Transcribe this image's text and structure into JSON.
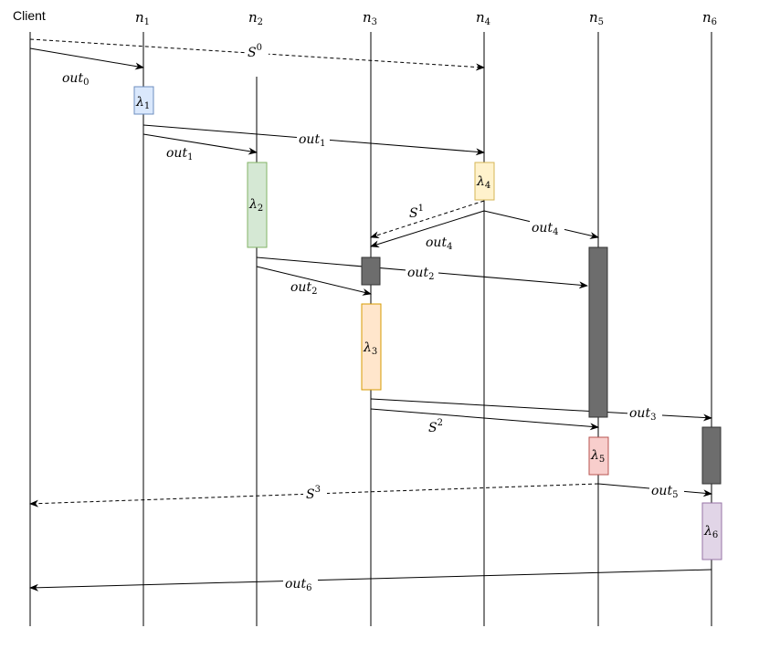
{
  "lifelines": [
    {
      "id": "client",
      "label": "Client"
    },
    {
      "id": "n1",
      "label": "n",
      "sub": "1"
    },
    {
      "id": "n2",
      "label": "n",
      "sub": "2"
    },
    {
      "id": "n3",
      "label": "n",
      "sub": "3"
    },
    {
      "id": "n4",
      "label": "n",
      "sub": "4"
    },
    {
      "id": "n5",
      "label": "n",
      "sub": "5"
    },
    {
      "id": "n6",
      "label": "n",
      "sub": "6"
    }
  ],
  "boxes": [
    {
      "id": "lambda1",
      "label": "λ",
      "sub": "1",
      "fill": "#dae8fc",
      "stroke": "#6c8ebf"
    },
    {
      "id": "lambda2",
      "label": "λ",
      "sub": "2",
      "fill": "#d5e8d4",
      "stroke": "#82b366"
    },
    {
      "id": "lambda4",
      "label": "λ",
      "sub": "4",
      "fill": "#fff2cc",
      "stroke": "#d6b656"
    },
    {
      "id": "lambda3",
      "label": "λ",
      "sub": "3",
      "fill": "#ffe6cc",
      "stroke": "#d79b00"
    },
    {
      "id": "lambda5",
      "label": "λ",
      "sub": "5",
      "fill": "#f8cecc",
      "stroke": "#b85450"
    },
    {
      "id": "lambda6",
      "label": "λ",
      "sub": "6",
      "fill": "#e1d5e7",
      "stroke": "#9673a6"
    },
    {
      "id": "block-n3",
      "label": "",
      "fill": "#6d6d6d",
      "stroke": "#333333"
    },
    {
      "id": "block-n5",
      "label": "",
      "fill": "#6d6d6d",
      "stroke": "#333333"
    },
    {
      "id": "block-n6",
      "label": "",
      "fill": "#6d6d6d",
      "stroke": "#333333"
    }
  ],
  "messages": [
    {
      "id": "S0",
      "label": "S",
      "sup": "0",
      "dashed": true
    },
    {
      "id": "out0",
      "label": "out",
      "sub": "0",
      "dashed": false
    },
    {
      "id": "out1-n4",
      "label": "out",
      "sub": "1",
      "dashed": false
    },
    {
      "id": "out1-n2",
      "label": "out",
      "sub": "1",
      "dashed": false
    },
    {
      "id": "S1",
      "label": "S",
      "sup": "1",
      "dashed": true
    },
    {
      "id": "out4-n3",
      "label": "out",
      "sub": "4",
      "dashed": false
    },
    {
      "id": "out4-n5",
      "label": "out",
      "sub": "4",
      "dashed": false
    },
    {
      "id": "out2-n5",
      "label": "out",
      "sub": "2",
      "dashed": false
    },
    {
      "id": "out2-n3",
      "label": "out",
      "sub": "2",
      "dashed": false
    },
    {
      "id": "out3-n6",
      "label": "out",
      "sub": "3",
      "dashed": false
    },
    {
      "id": "S2",
      "label": "S",
      "sup": "2",
      "dashed": false
    },
    {
      "id": "S3",
      "label": "S",
      "sup": "3",
      "dashed": true
    },
    {
      "id": "out5",
      "label": "out",
      "sub": "5",
      "dashed": false
    },
    {
      "id": "out6",
      "label": "out",
      "sub": "6",
      "dashed": false
    }
  ]
}
